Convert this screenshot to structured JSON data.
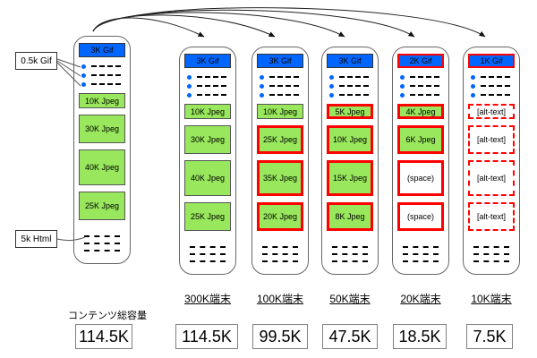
{
  "annotations": {
    "gif_label": "0.5k Gif",
    "html_label": "5k Html",
    "total_caption": "コンテンツ総容量"
  },
  "columns": [
    {
      "device": "",
      "total": "114.5K",
      "header": "3K Gif",
      "items": [
        "10K Jpeg",
        "30K Jpeg",
        "40K Jpeg",
        "25K Jpeg"
      ]
    },
    {
      "device": "300K端末",
      "total": "114.5K",
      "header": "3K Gif",
      "items": [
        "10K Jpeg",
        "30K Jpeg",
        "40K Jpeg",
        "25K Jpeg"
      ]
    },
    {
      "device": "100K端末",
      "total": "99.5K",
      "header": "3K Gif",
      "items": [
        "10K Jpeg",
        "25K Jpeg",
        "35K Jpeg",
        "20K Jpeg"
      ]
    },
    {
      "device": "50K端末",
      "total": "47.5K",
      "header": "3K Gif",
      "items": [
        "5K Jpeg",
        "10K Jpeg",
        "15K Jpeg",
        "8K Jpeg"
      ]
    },
    {
      "device": "20K端末",
      "total": "18.5K",
      "header": "2K Gif",
      "items": [
        "4K Jpeg",
        "6K Jpeg",
        "(space)",
        "(space)"
      ]
    },
    {
      "device": "10K端末",
      "total": "7.5K",
      "header": "1K Gif",
      "items": [
        "[alt-text]",
        "[alt-text]",
        "[alt-text]",
        "[alt-text]"
      ]
    }
  ],
  "colors": {
    "blue": "#0066FF",
    "green": "#98E75C",
    "red": "#FF0000"
  }
}
